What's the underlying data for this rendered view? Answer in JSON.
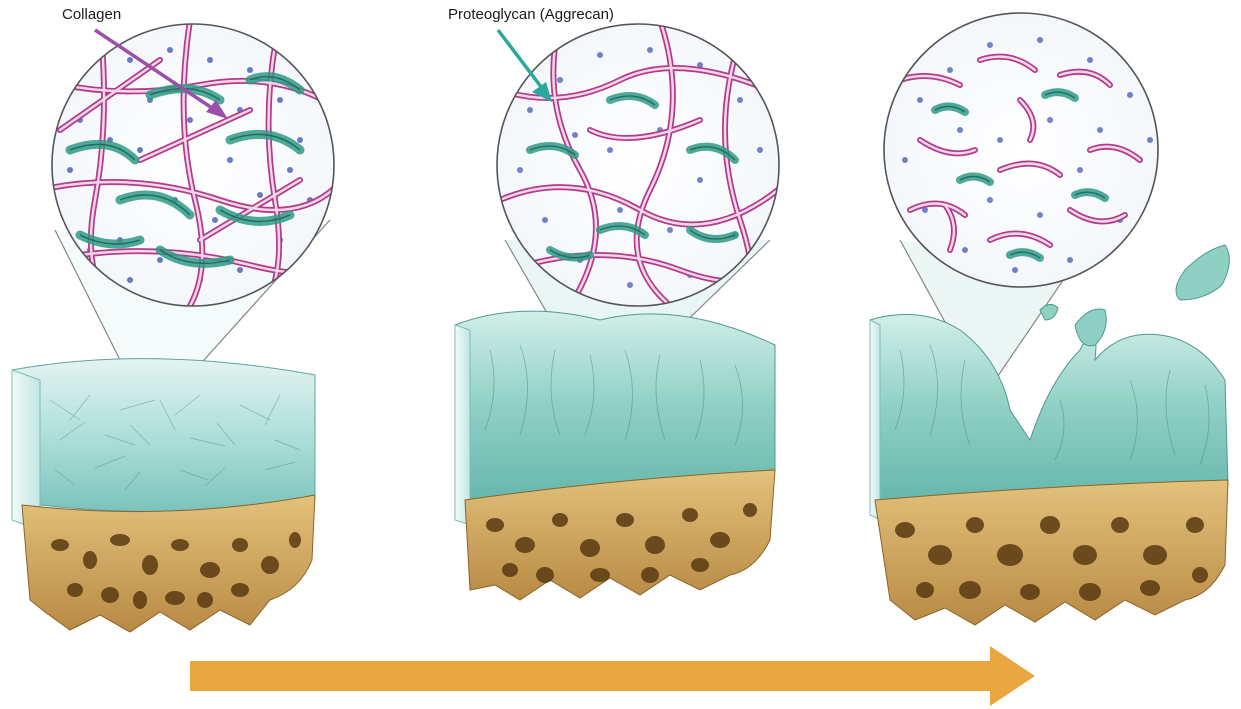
{
  "labels": {
    "collagen": "Collagen",
    "proteoglycan": "Proteoglycan (Aggrecan)"
  },
  "stages": [
    {
      "collagen": "intact network",
      "proteoglycan": "abundant",
      "surface": "smooth"
    },
    {
      "collagen": "loosening network",
      "proteoglycan": "reduced",
      "surface": "roughened"
    },
    {
      "collagen": "fragmented",
      "proteoglycan": "sparse",
      "surface": "eroded with detached fragments"
    }
  ],
  "colors": {
    "collagen": "#b23c8a",
    "collagen_inner": "#f3d6ea",
    "proteoglycan": "#2f9b87",
    "proteoglycan_dots": "#3a4fb0",
    "cartilage": "#8fd0c9",
    "cartilage_light": "#dff2f0",
    "bone": "#c9a25e",
    "bone_dark": "#6e4a1c",
    "arrow": "#e9a640",
    "pointer_collagen": "#9b4fa6",
    "pointer_proteoglycan": "#2aa89b"
  },
  "icons": {
    "progression": "right-arrow-icon",
    "collagen_pointer": "pointer-arrow-icon",
    "proteoglycan_pointer": "pointer-arrow-icon"
  }
}
